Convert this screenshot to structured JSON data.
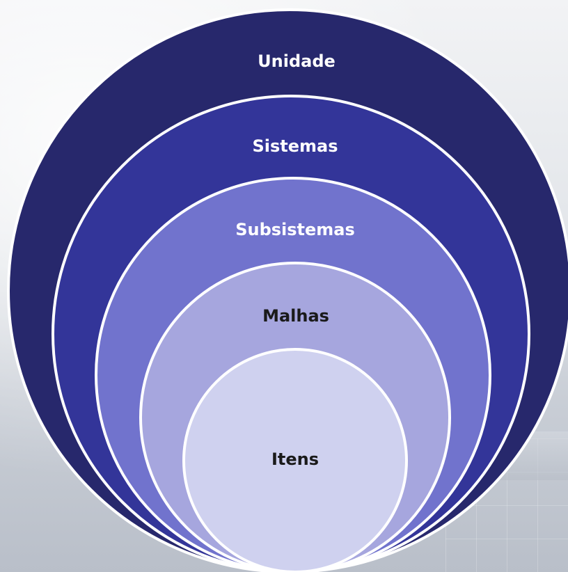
{
  "diagram": {
    "levels": [
      {
        "label": "Unidade",
        "fill": "#27286c",
        "text_color": "#ffffff"
      },
      {
        "label": "Sistemas",
        "fill": "#333599",
        "text_color": "#ffffff"
      },
      {
        "label": "Subsistemas",
        "fill": "#7173cd",
        "text_color": "#ffffff"
      },
      {
        "label": "Malhas",
        "fill": "#a6a6de",
        "text_color": "#1a1a1a"
      },
      {
        "label": "Itens",
        "fill": "#cfd1ef",
        "text_color": "#1a1a1a"
      }
    ]
  }
}
